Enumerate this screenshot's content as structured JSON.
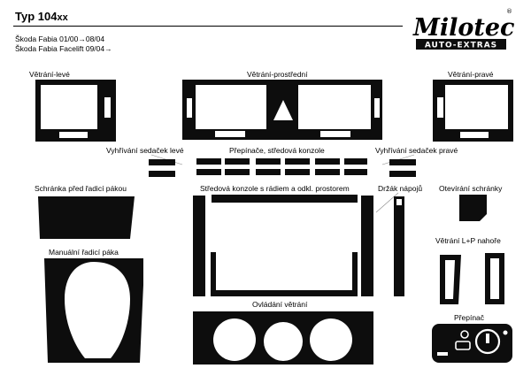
{
  "header": {
    "title_main": "Typ 104",
    "title_suffix": "xx",
    "models": [
      "Škoda Fabia 01/00→08/04",
      "Škoda Fabia Facelift 09/04→"
    ]
  },
  "brand": {
    "name": "Milotec",
    "registered": "®",
    "subtitle": "AUTO-EXTRAS"
  },
  "labels": {
    "vent_left": "Větrání-levé",
    "vent_middle": "Větrání-prostřední",
    "vent_right": "Větrání-pravé",
    "seat_heat_left": "Vyhřívání sedaček levé",
    "switches_console": "Přepínače, středová konzole",
    "seat_heat_right": "Vyhřívání sedaček pravé",
    "storage_box": "Schránka před řadicí pákou",
    "center_console": "Středová konzole s rádiem a odkl. prostorem",
    "cup_holder": "Držák nápojů",
    "box_opener": "Otevírání schránky",
    "gear_lever": "Manuální řadicí páka",
    "vent_lr_top": "Větrání L+P nahoře",
    "vent_controls": "Ovládání větrání",
    "switch": "Přepínač"
  },
  "colors": {
    "ink": "#0d0d0d",
    "background": "#ffffff"
  }
}
